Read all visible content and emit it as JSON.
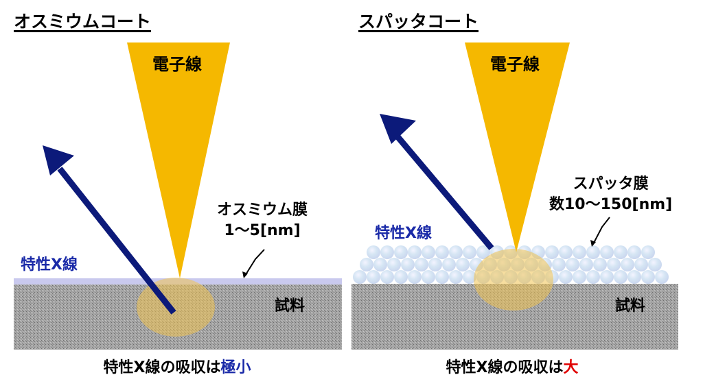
{
  "colors": {
    "beam": "#f5b800",
    "xray_arrow": "#0c1a7a",
    "xray_label": "#1a2aa8",
    "sample_fill": "#9a9a9a",
    "osmium_film": "#c9c9ee",
    "interaction_zone": "#f0c250",
    "minimal_highlight": "#1a2aa8",
    "large_highlight": "#e00000"
  },
  "left_panel": {
    "title": "オスミウムコート",
    "beam_label": "電子線",
    "xray_label": "特性X線",
    "film_label_line1": "オスミウム膜",
    "film_label_line2": "1～5[nm]",
    "sample_label": "試料",
    "caption_prefix": "特性X線の吸収は",
    "caption_highlight": "極小"
  },
  "right_panel": {
    "title": "スパッタコート",
    "beam_label": "電子線",
    "xray_label": "特性X線",
    "film_label_line1": "スパッタ膜",
    "film_label_line2": "数10～150[nm]",
    "sample_label": "試料",
    "caption_prefix": "特性X線の吸収は",
    "caption_highlight": "大"
  }
}
